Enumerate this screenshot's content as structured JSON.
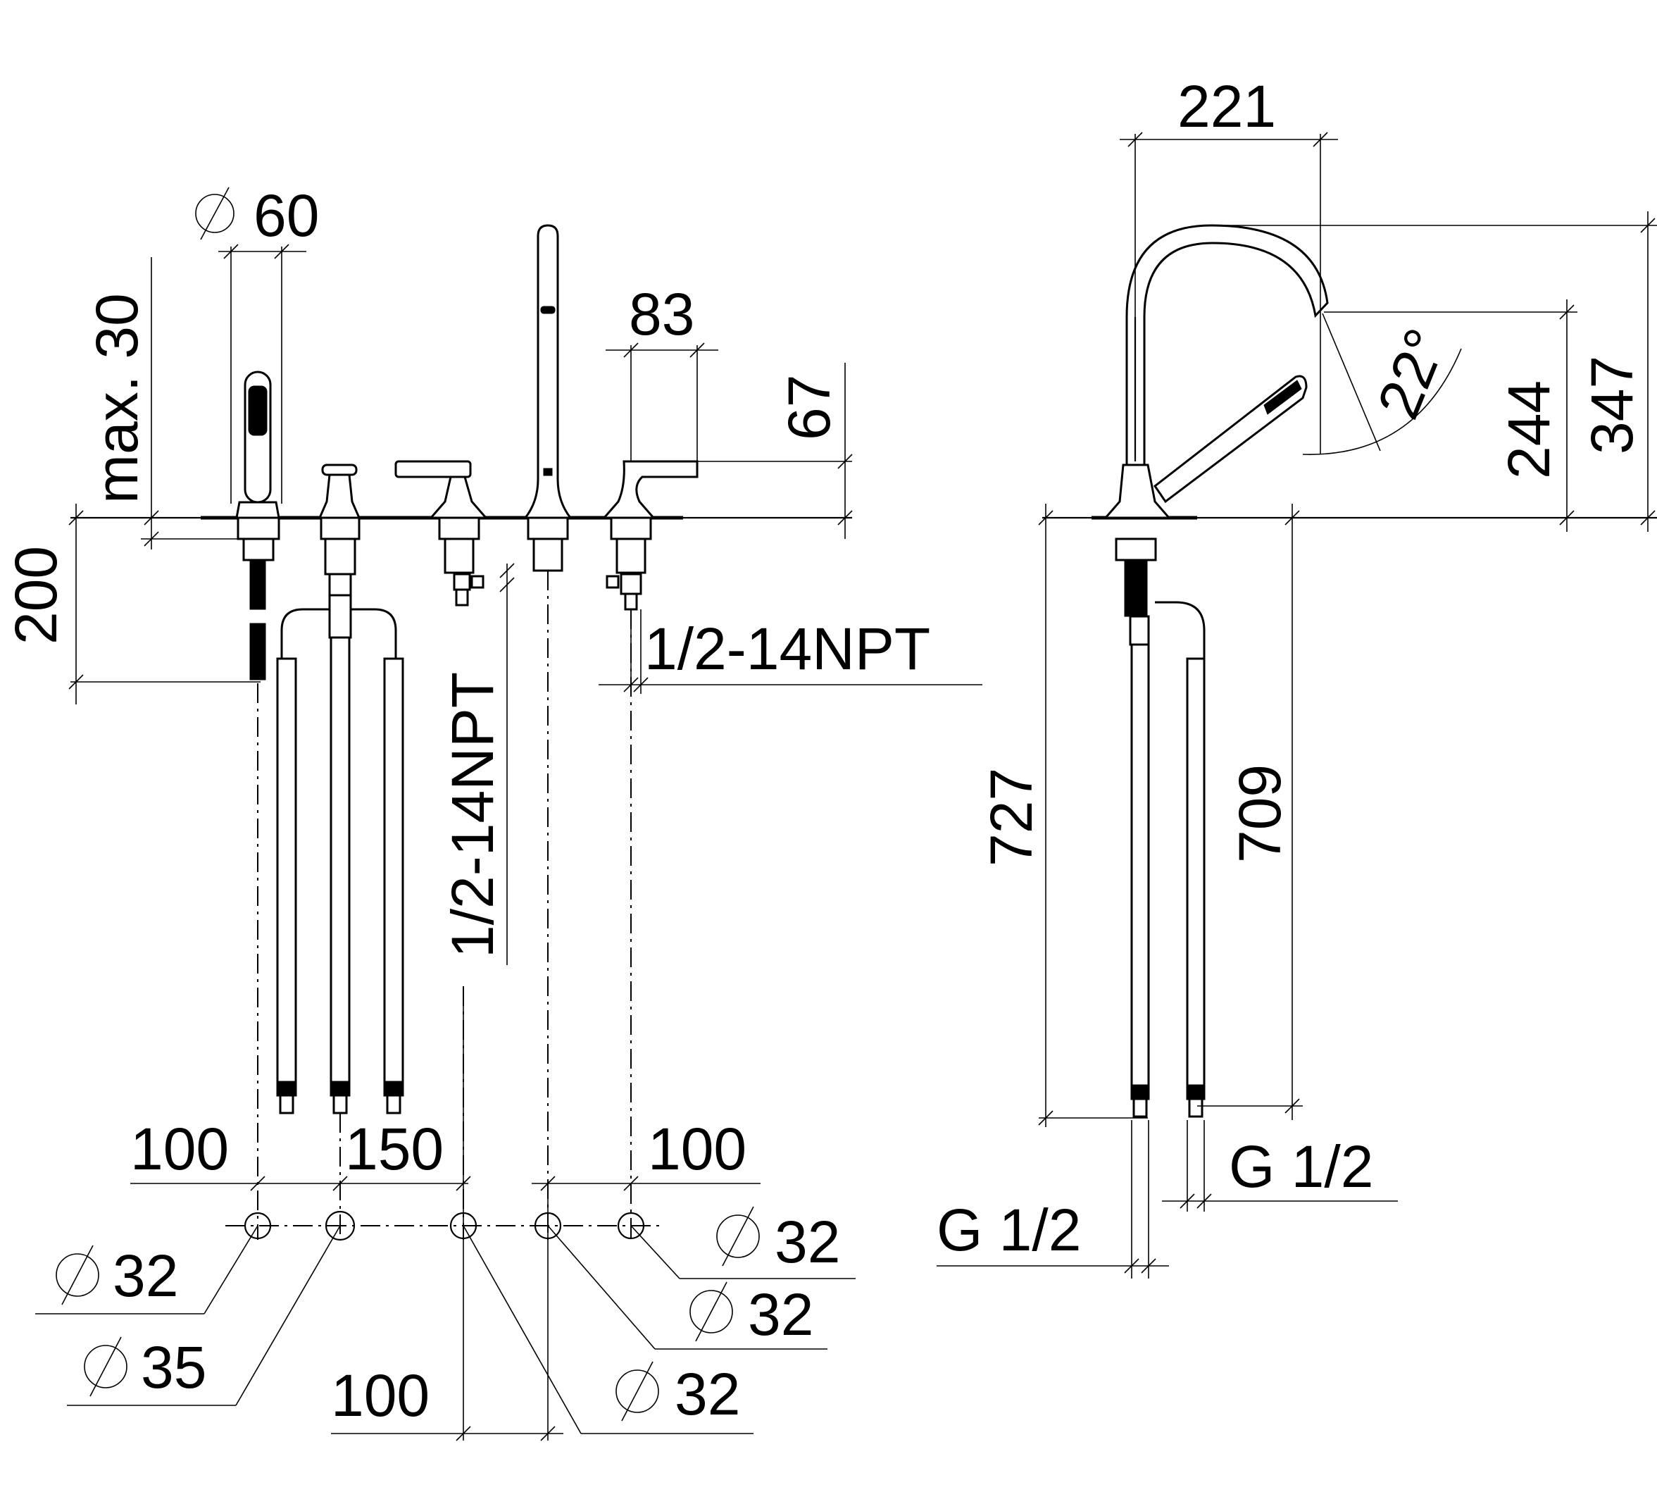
{
  "labels": {
    "dia_60": "60",
    "max_30": "max. 30",
    "h_200": "200",
    "dim_83": "83",
    "dim_67": "67",
    "npt_right": "1/2-14NPT",
    "npt_vertical": "1/2-14NPT",
    "sp_100_left": "100",
    "sp_150": "150",
    "sp_100_right": "100",
    "sp_100_bottom": "100",
    "hole_32_a": "32",
    "hole_35": "35",
    "hole_32_b": "32",
    "hole_32_c": "32",
    "hole_32_d": "32",
    "dim_221": "221",
    "angle_22": "22°",
    "dim_244": "244",
    "dim_347": "347",
    "dim_727": "727",
    "dim_709": "709",
    "g12_left": "G 1/2",
    "g12_right": "G 1/2"
  }
}
